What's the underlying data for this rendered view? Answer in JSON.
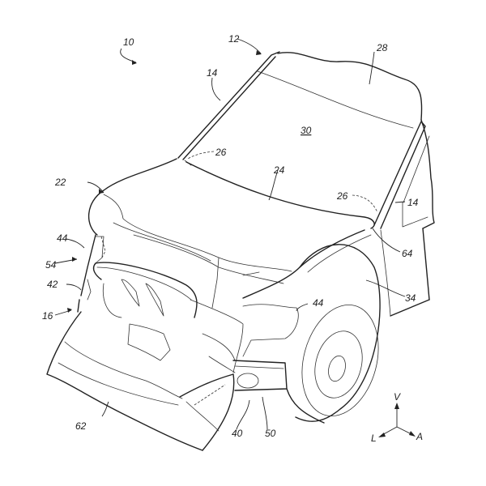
{
  "figure": {
    "type": "patent-drawing",
    "subject": "vehicle front with deployed external airbags",
    "labels": {
      "l10": "10",
      "l12": "12",
      "l14a": "14",
      "l14b": "14",
      "l16": "16",
      "l22": "22",
      "l24": "24",
      "l26a": "26",
      "l26b": "26",
      "l28": "28",
      "l30": "30",
      "l34": "34",
      "l40": "40",
      "l42": "42",
      "l44a": "44",
      "l44b": "44",
      "l50": "50",
      "l54": "54",
      "l62": "62",
      "l64": "64"
    },
    "axes": {
      "vertical": "V",
      "lateral": "L",
      "longitudinal": "A"
    }
  }
}
